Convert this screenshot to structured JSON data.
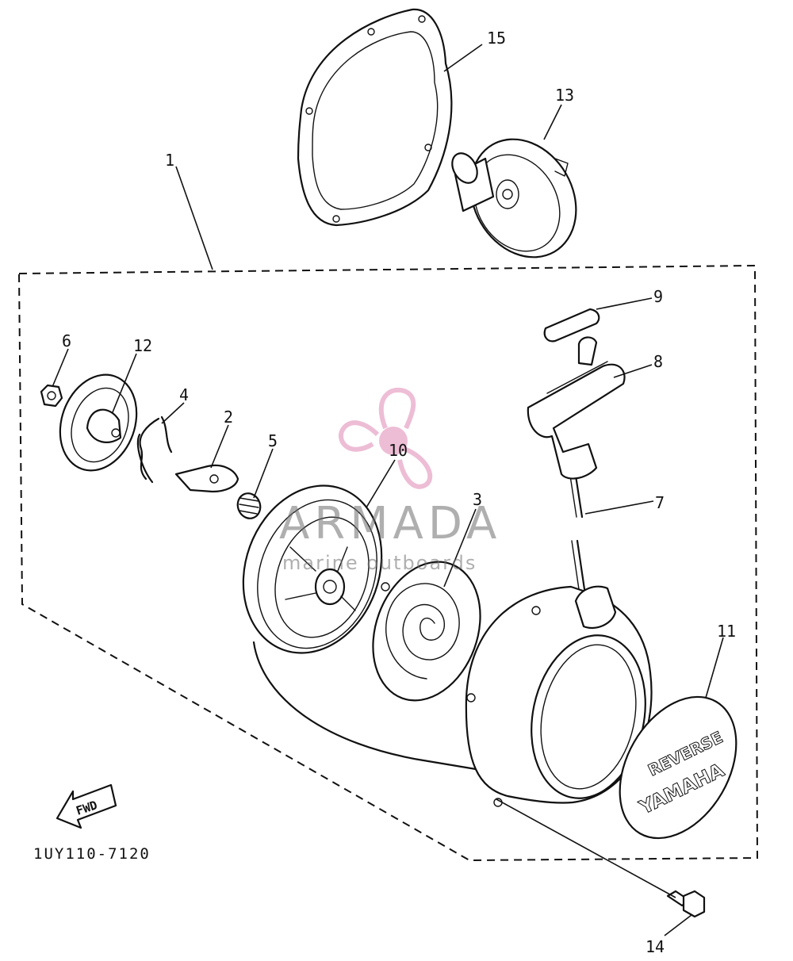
{
  "diagram": {
    "part_code": "1UY110-7120",
    "direction_label": "FWD",
    "callouts": [
      {
        "id": "1",
        "label": "1"
      },
      {
        "id": "2",
        "label": "2"
      },
      {
        "id": "3",
        "label": "3"
      },
      {
        "id": "4",
        "label": "4"
      },
      {
        "id": "5",
        "label": "5"
      },
      {
        "id": "6",
        "label": "6"
      },
      {
        "id": "7",
        "label": "7"
      },
      {
        "id": "8",
        "label": "8"
      },
      {
        "id": "9",
        "label": "9"
      },
      {
        "id": "10",
        "label": "10"
      },
      {
        "id": "11",
        "label": "11"
      },
      {
        "id": "12",
        "label": "12"
      },
      {
        "id": "13",
        "label": "13"
      },
      {
        "id": "14",
        "label": "14"
      },
      {
        "id": "15",
        "label": "15"
      }
    ],
    "badge": {
      "brand": "YAMAHA",
      "text": "REVERSE"
    }
  },
  "watermark": {
    "title": "ARMADA",
    "subtitle": "marine outboards",
    "color": "#e8a8c8"
  }
}
